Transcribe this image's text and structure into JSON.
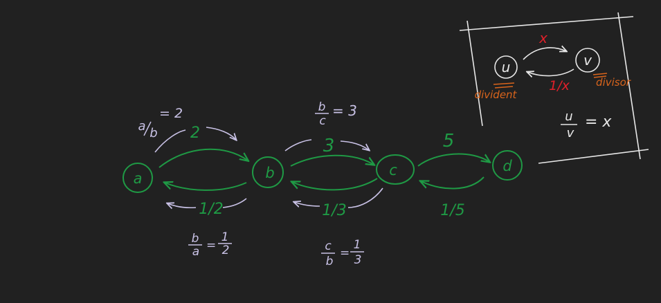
{
  "colors": {
    "background": "#212121",
    "green": "#1f9a45",
    "lavender": "#c9c2e6",
    "white": "#e8e8e8",
    "red": "#e0202a",
    "orange": "#d9641c"
  },
  "nodes": {
    "a": "a",
    "b": "b",
    "c": "c",
    "d": "d"
  },
  "edges": {
    "ab_forward": "2",
    "ab_backward": "1/2",
    "bc_forward": "3",
    "bc_backward": "1/3",
    "cd_forward": "5",
    "dc_backward": "1/5"
  },
  "annotations": {
    "ab_top": {
      "num": "a",
      "den": "b",
      "rhs": "= 2"
    },
    "ab_bottom": {
      "num": "b",
      "den": "a",
      "eq": "=",
      "rhs_num": "1",
      "rhs_den": "2"
    },
    "bc_top": {
      "num": "b",
      "den": "c",
      "rhs": "= 3"
    },
    "bc_bottom": {
      "num": "c",
      "den": "b",
      "eq": "=",
      "rhs_num": "1",
      "rhs_den": "3"
    }
  },
  "legend": {
    "node_u": "u",
    "node_v": "v",
    "forward_label": "x",
    "backward_label": "1/x",
    "u_role": "divident",
    "v_role": "divisor",
    "formula_num": "u",
    "formula_den": "v",
    "formula_rhs": "= x"
  }
}
